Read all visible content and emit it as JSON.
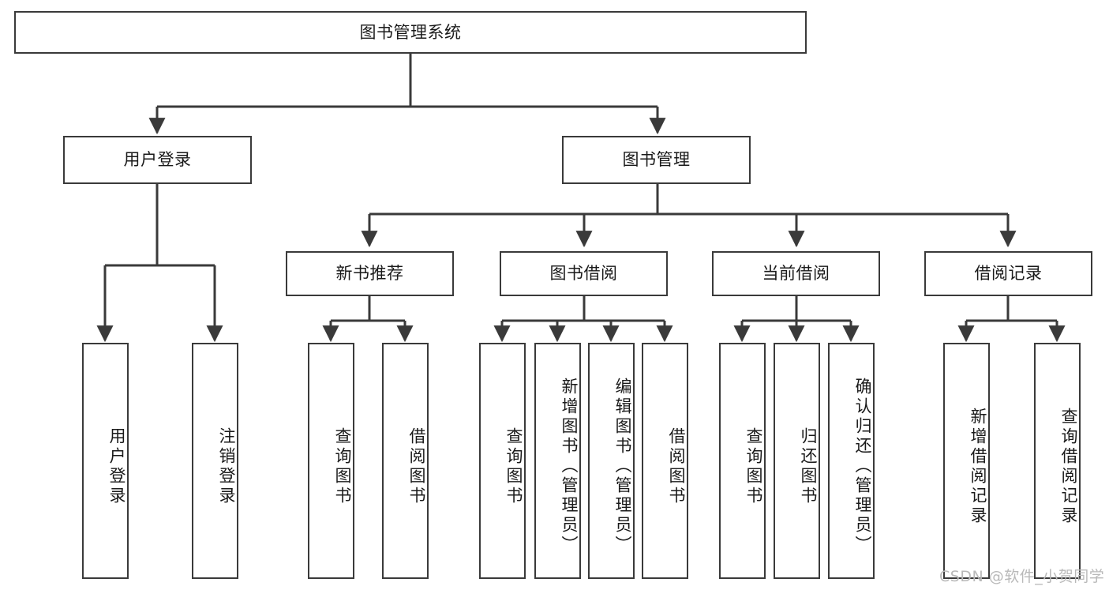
{
  "diagram": {
    "title": "图书管理系统",
    "type": "function-structure-tree",
    "stroke_color": "#3a3a3a",
    "background_color": "#ffffff",
    "text_color": "#1a1a1a",
    "root": {
      "label": "图书管理系统"
    },
    "level2": [
      {
        "label": "用户登录"
      },
      {
        "label": "图书管理"
      }
    ],
    "level3": [
      {
        "label": "新书推荐"
      },
      {
        "label": "图书借阅"
      },
      {
        "label": "当前借阅"
      },
      {
        "label": "借阅记录"
      }
    ],
    "leaves": {
      "user_login": [
        {
          "label": "用户登录"
        },
        {
          "label": "注销登录"
        }
      ],
      "new_book_recommend": [
        {
          "label": "查询图书"
        },
        {
          "label": "借阅图书"
        }
      ],
      "book_borrow": [
        {
          "label": "查询图书"
        },
        {
          "label": "新增图书（管理员）"
        },
        {
          "label": "编辑图书（管理员）"
        },
        {
          "label": "借阅图书"
        }
      ],
      "current_borrow": [
        {
          "label": "查询图书"
        },
        {
          "label": "归还图书"
        },
        {
          "label": "确认归还（管理员）"
        }
      ],
      "borrow_record": [
        {
          "label": "新增借阅记录"
        },
        {
          "label": "查询借阅记录"
        }
      ]
    }
  },
  "watermark": {
    "text": "CSDN @软件_小贺同学",
    "color": "#b9b9b9"
  }
}
